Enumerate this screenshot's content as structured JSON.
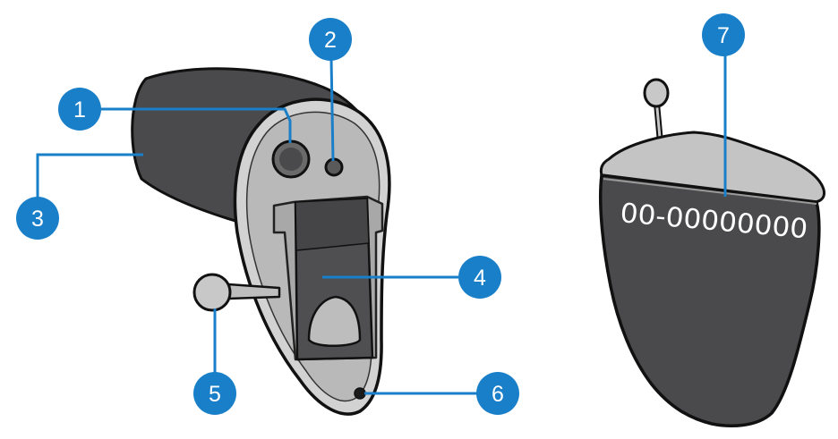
{
  "colors": {
    "accent": "#1a7fc9",
    "shell_dark": "#4a4a4c",
    "faceplate_light": "#bdbdbd",
    "outline": "#111111"
  },
  "callouts": [
    {
      "id": 1,
      "label": "1"
    },
    {
      "id": 2,
      "label": "2"
    },
    {
      "id": 3,
      "label": "3"
    },
    {
      "id": 4,
      "label": "4"
    },
    {
      "id": 5,
      "label": "5"
    },
    {
      "id": 6,
      "label": "6"
    },
    {
      "id": 7,
      "label": "7"
    }
  ],
  "serial_number": "00-00000000"
}
